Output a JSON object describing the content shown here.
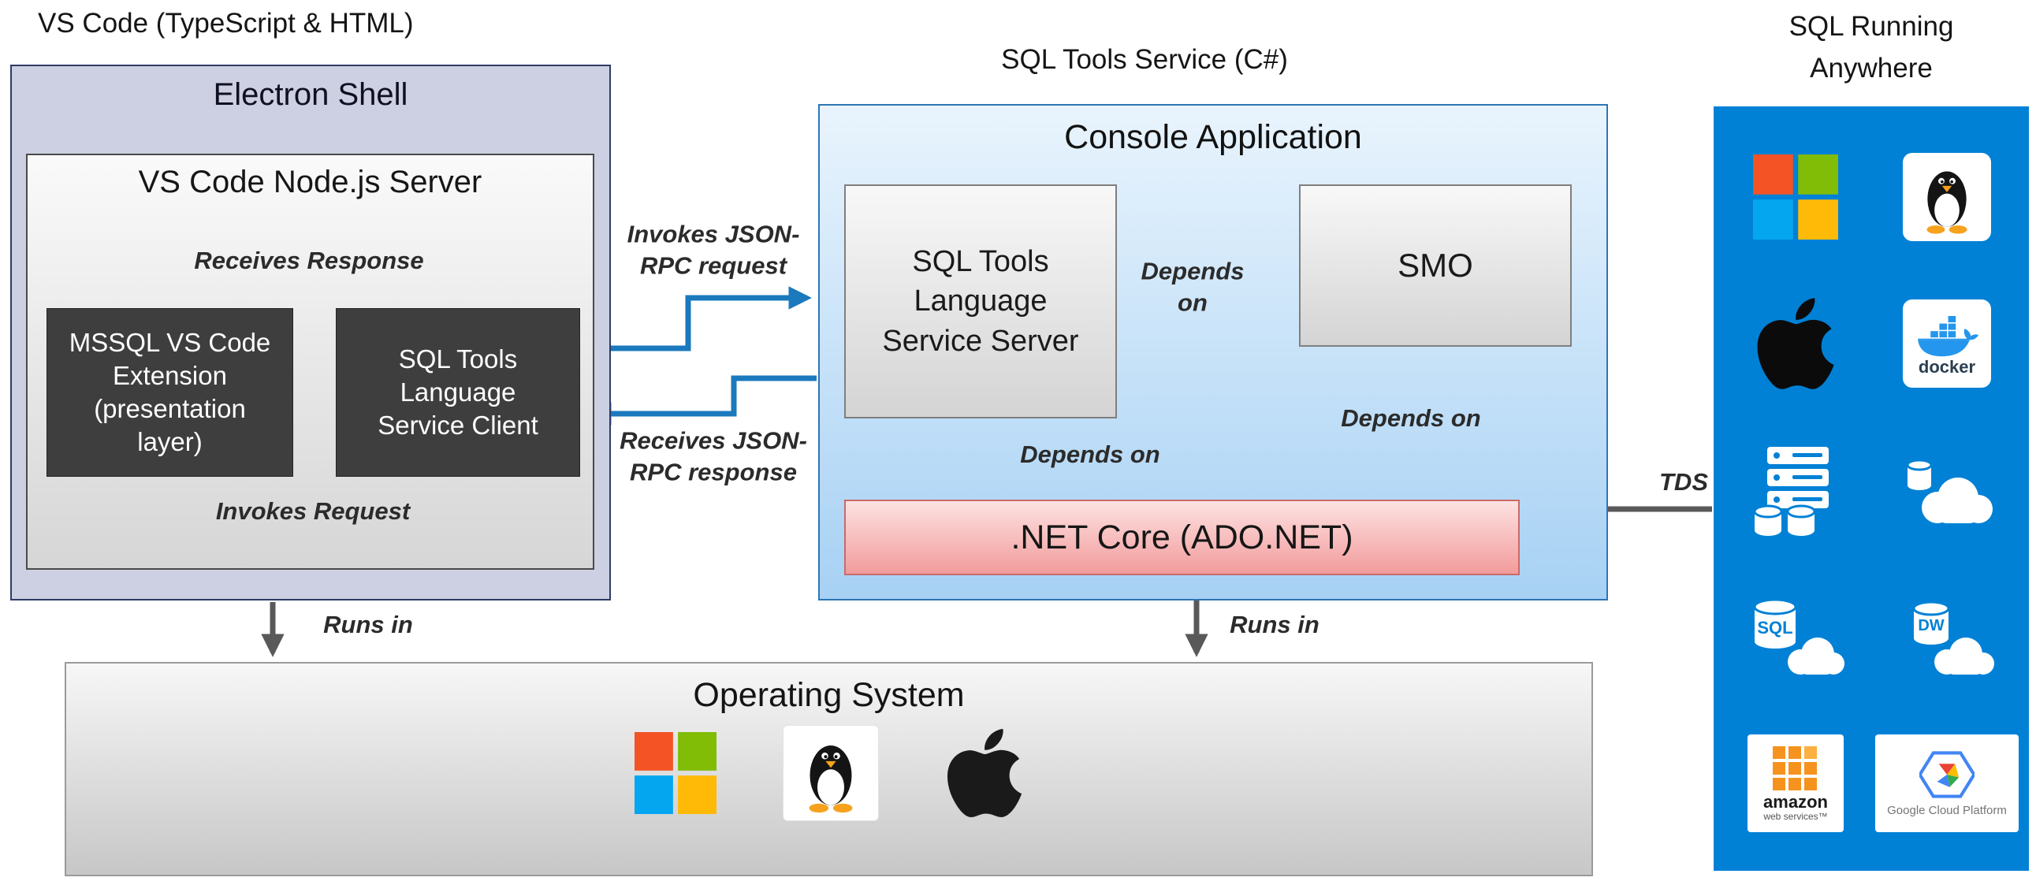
{
  "titles": {
    "vscode": "VS Code (TypeScript & HTML)",
    "sql_tools": "SQL Tools Service (C#)",
    "panel": "SQL Running\nAnywhere"
  },
  "electron": {
    "title": "Electron Shell",
    "node_server_title": "VS Code Node.js Server",
    "mssql_extension": "MSSQL VS Code\nExtension\n(presentation\nlayer)",
    "service_client": "SQL Tools\nLanguage\nService Client"
  },
  "console": {
    "title": "Console Application",
    "service_server": "SQL Tools\nLanguage\nService Server",
    "smo": "SMO",
    "net_core": ".NET Core (ADO.NET)"
  },
  "os": {
    "title": "Operating System"
  },
  "labels": {
    "receives_response": "Receives Response",
    "invokes_request": "Invokes Request",
    "runs_in_left": "Runs in",
    "runs_in_right": "Runs in",
    "invokes_rpc": "Invokes JSON-\nRPC request",
    "receives_rpc": "Receives JSON-\nRPC response",
    "depends_on_1": "Depends\non",
    "depends_on_2": "Depends on",
    "depends_on_3": "Depends on",
    "tds": "TDS"
  },
  "panel_icons": {
    "docker_label": "docker",
    "sql_label": "SQL",
    "dw_label": "DW",
    "aws_line1": "amazon",
    "aws_line2": "web services™",
    "gcp_label": "Google Cloud Platform"
  },
  "colors": {
    "panel_blue": "#0081d6",
    "arrow_gray": "#595959",
    "arrow_blue": "#1b79bd",
    "electron_fill": "#ccd0e2",
    "electron_border": "#2f3b66",
    "console_border": "#2e75b6",
    "netcore_fill": "#f29b9b"
  }
}
